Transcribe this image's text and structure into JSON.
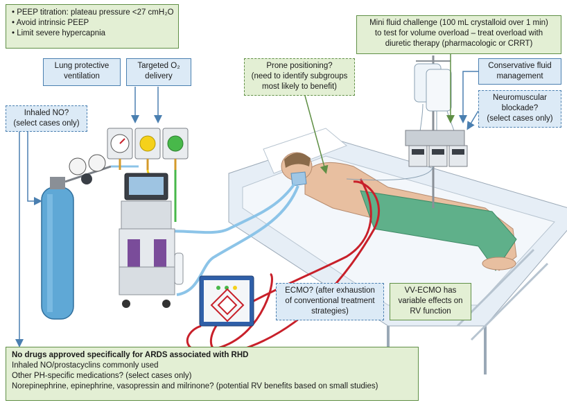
{
  "boxes": {
    "peep": {
      "lines": [
        "• PEEP titration: plateau pressure <27 cmH₂O",
        "• Avoid intrinsic PEEP",
        "• Limit severe hypercapnia"
      ]
    },
    "lung_protective": {
      "lines": [
        "Lung protective",
        "ventilation"
      ]
    },
    "targeted_o2": {
      "lines": [
        "Targeted O₂",
        "delivery"
      ]
    },
    "inhaled_no": {
      "lines": [
        "Inhaled NO?",
        "(select cases only)"
      ]
    },
    "prone": {
      "lines": [
        "Prone positioning?",
        "(need to identify subgroups",
        "most likely to benefit)"
      ]
    },
    "fluid_challenge": {
      "lines": [
        "Mini fluid challenge (100 mL crystalloid over 1 min)",
        "to test for volume overload – treat overload with",
        "diuretic therapy (pharmacologic or CRRT)"
      ]
    },
    "conservative_fluid": {
      "lines": [
        "Conservative fluid",
        "management"
      ]
    },
    "neuromuscular": {
      "lines": [
        "Neuromuscular",
        "blockade?",
        "(select cases only)"
      ]
    },
    "ecmo": {
      "lines": [
        "ECMO? (after exhaustion",
        "of conventional treatment",
        "strategies)"
      ]
    },
    "vv_ecmo": {
      "lines": [
        "VV-ECMO has",
        "variable effects on",
        "RV function"
      ]
    },
    "drugs": {
      "heading": "No drugs approved specifically for ARDS associated with RHD",
      "lines": [
        "Inhaled NO/prostacyclins commonly used",
        "Other PH-specific medications? (select cases only)",
        "Norepinephrine, epinephrine, vasopressin and milrinone? (potential RV benefits based on small studies)"
      ]
    }
  },
  "colors": {
    "green_fill": "#e3efd4",
    "green_border": "#5f8f45",
    "blue_fill": "#dceaf6",
    "blue_border": "#4a7fb0",
    "arrow": "#4a7fb0",
    "blood_line": "#c8202a",
    "air_tube": "#8cc4e8",
    "gas_cylinder": "#5fa8d6",
    "sheet": "#e9f1f8",
    "pants": "#5fb08a",
    "skin": "#e8bfa0",
    "ventilator_purple": "#7a4c9a"
  },
  "icons": [
    "gas-cylinder-icon",
    "pressure-regulator-icon",
    "pressure-gauge-icon",
    "flowmeter-icon",
    "ventilator-icon",
    "iv-bag-icon",
    "infusion-pump-icon",
    "ecmo-console-icon",
    "hospital-bed-icon",
    "patient-icon"
  ]
}
